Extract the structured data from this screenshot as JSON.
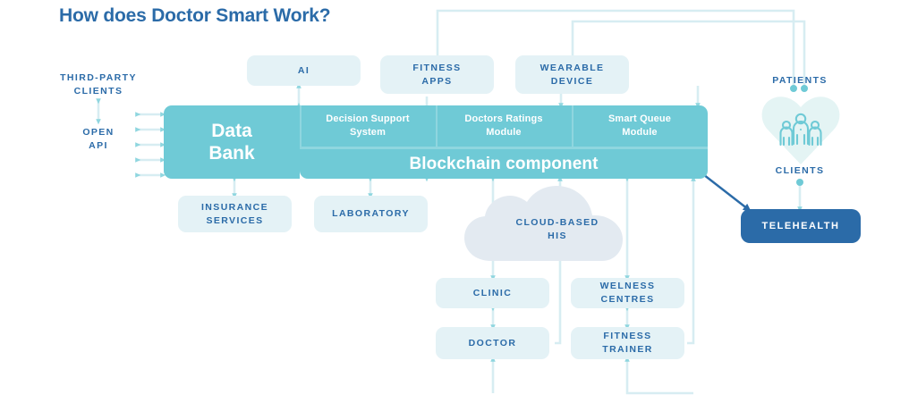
{
  "page": {
    "title": "How does Doctor Smart Work?",
    "colors": {
      "teal": "#6FCAD6",
      "pale_box": "#E4F2F6",
      "cloud": "#E3EAF1",
      "dark_blue": "#2B6BA8",
      "wire": "#D7EDF2",
      "wire_dark": "#2B6BA8",
      "heart": "#E4F4F4"
    }
  },
  "core": {
    "data_bank": "Data\nBank",
    "data_bank_line1": "Data",
    "data_bank_line2": "Bank",
    "blockchain": "Blockchain component",
    "modules": [
      {
        "id": "decision-support-system",
        "line1": "Decision Support",
        "line2": "System"
      },
      {
        "id": "doctors-ratings-module",
        "line1": "Doctors Ratings",
        "line2": "Module"
      },
      {
        "id": "smart-queue-module",
        "line1": "Smart Queue",
        "line2": "Module"
      }
    ]
  },
  "top_nodes": [
    {
      "id": "ai",
      "label": "AI"
    },
    {
      "id": "fitness-apps",
      "label": "FITNESS\nAPPS",
      "line1": "FITNESS",
      "line2": "APPS"
    },
    {
      "id": "wearable-device",
      "label": "WEARABLE\nDEVICE",
      "line1": "WEARABLE",
      "line2": "DEVICE"
    }
  ],
  "left_captions": {
    "third_party_line1": "THIRD-PARTY",
    "third_party_line2": "CLIENTS",
    "open_api_line1": "OPEN",
    "open_api_line2": "API"
  },
  "bottom_left_nodes": [
    {
      "id": "insurance-services",
      "line1": "INSURANCE",
      "line2": "SERVICES"
    },
    {
      "id": "laboratory",
      "line1": "LABORATORY",
      "line2": ""
    }
  ],
  "cloud": {
    "line1": "CLOUD-BASED",
    "line2": "HIS"
  },
  "lower_nodes": [
    {
      "id": "clinic",
      "line1": "CLINIC",
      "line2": ""
    },
    {
      "id": "welness-centres",
      "line1": "WELNESS",
      "line2": "CENTRES"
    },
    {
      "id": "doctor",
      "line1": "DOCTOR",
      "line2": ""
    },
    {
      "id": "fitness-trainer",
      "line1": "FITNESS",
      "line2": "TRAINER"
    }
  ],
  "right_side": {
    "patients": "PATIENTS",
    "clients": "CLIENTS",
    "telehealth": "TELEHEALTH",
    "heart_icon": "heart-with-family-icon"
  }
}
